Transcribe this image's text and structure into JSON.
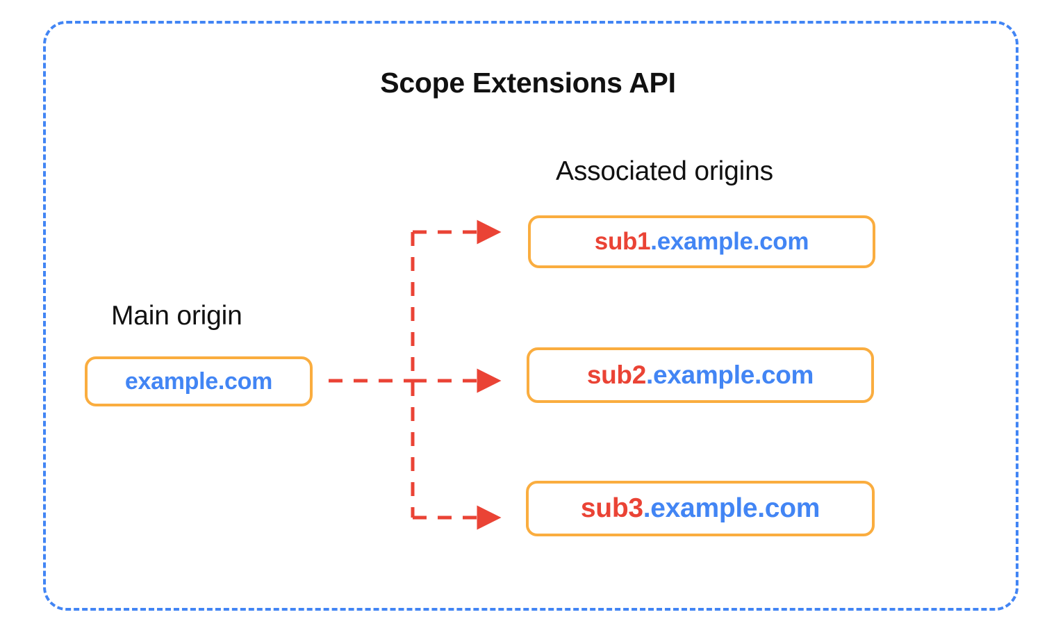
{
  "diagram": {
    "title": "Scope Extensions API",
    "frame": {
      "border_color": "#4285F4",
      "style": "dashed"
    },
    "labels": {
      "main_origin": "Main origin",
      "associated_origins": "Associated origins"
    },
    "colors": {
      "frame_blue": "#4285F4",
      "box_orange": "#FAAD3F",
      "sub_red": "#EA4335",
      "domain_blue": "#4285F4",
      "arrow_red": "#EA4335",
      "text_black": "#111111",
      "background": "#FFFFFF"
    },
    "main_origin": {
      "sub": "",
      "domain": "example.com",
      "full": "example.com"
    },
    "associated_origins": [
      {
        "sub": "sub1",
        "domain": ".example.com",
        "full": "sub1.example.com"
      },
      {
        "sub": "sub2",
        "domain": ".example.com",
        "full": "sub2.example.com"
      },
      {
        "sub": "sub3",
        "domain": ".example.com",
        "full": "sub3.example.com"
      }
    ],
    "connectors": {
      "style": "dashed",
      "color": "#EA4335",
      "arrowhead": "solid-triangle",
      "description": "Main origin fans out to three associated origins"
    }
  }
}
